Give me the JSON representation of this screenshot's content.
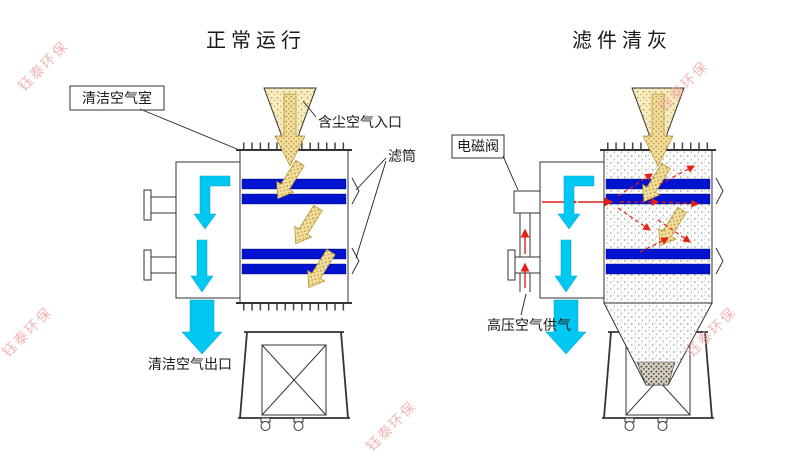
{
  "left_panel": {
    "title": "正常运行",
    "labels": {
      "clean_air_chamber": "清洁空气室",
      "dusty_air_inlet": "含尘空气入口",
      "filter_cartridge": "滤筒",
      "clean_air_outlet": "清洁空气出口"
    }
  },
  "right_panel": {
    "title": "滤件清灰",
    "labels": {
      "solenoid_valve": "电磁阀",
      "high_pressure_air_supply": "高压空气供气"
    }
  },
  "watermark": {
    "text": "钰泰环保"
  },
  "colors": {
    "filter_bar": "#0013cf",
    "clean_air": "#00c8f2",
    "pulse_air": "#e32119",
    "sand_base": "#f6ecc4",
    "sand_dot": "#cfa63d",
    "dust_dot": "#8f8f8f",
    "watermark": "#efa3a0",
    "outline": "#333333"
  }
}
